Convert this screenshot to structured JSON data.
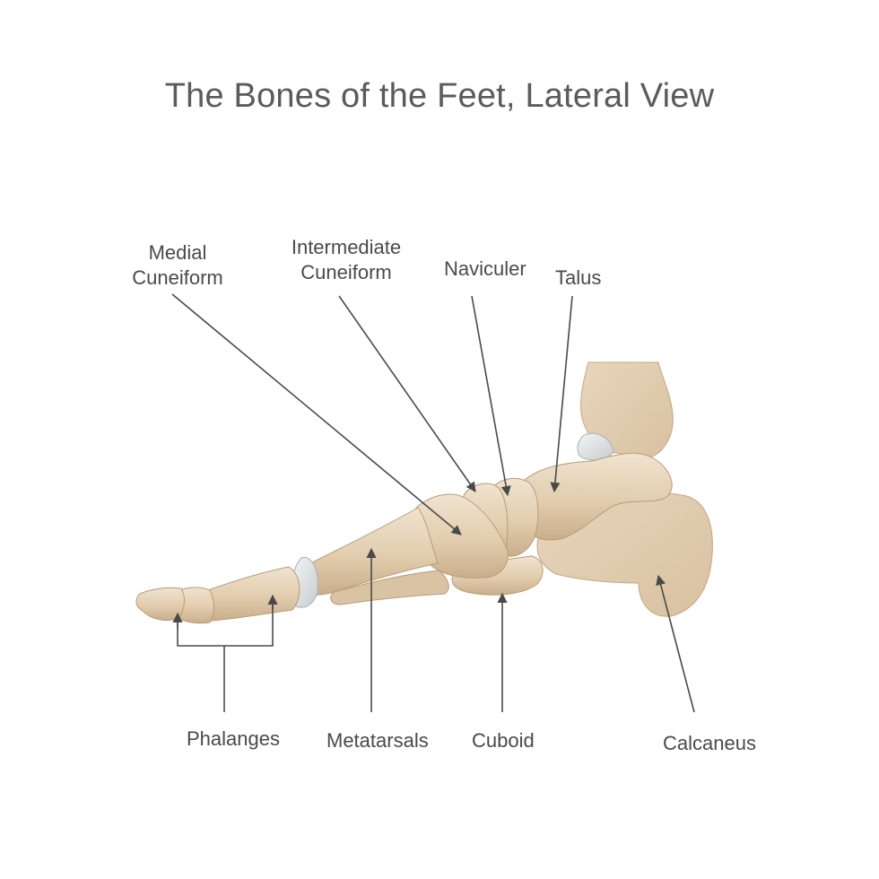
{
  "diagram": {
    "title": "The Bones of the Feet, Lateral View",
    "labels": {
      "medial_cuneiform": [
        "Medial",
        "Cuneiform"
      ],
      "intermediate_cuneiform": [
        "Intermediate",
        "Cuneiform"
      ],
      "naviculer": "Naviculer",
      "talus": "Talus",
      "phalanges": "Phalanges",
      "metatarsals": "Metatarsals",
      "cuboid": "Cuboid",
      "calcaneus": "Calcaneus"
    },
    "colors": {
      "bone": "#e3cfb2",
      "bone_light": "#efe2cf",
      "bone_dark": "#c8ad8a",
      "outline": "#b99c78",
      "cartilage": "#dfe3e6",
      "leader_line": "#4a4a4a",
      "title_text": "#5b5b5b"
    }
  }
}
